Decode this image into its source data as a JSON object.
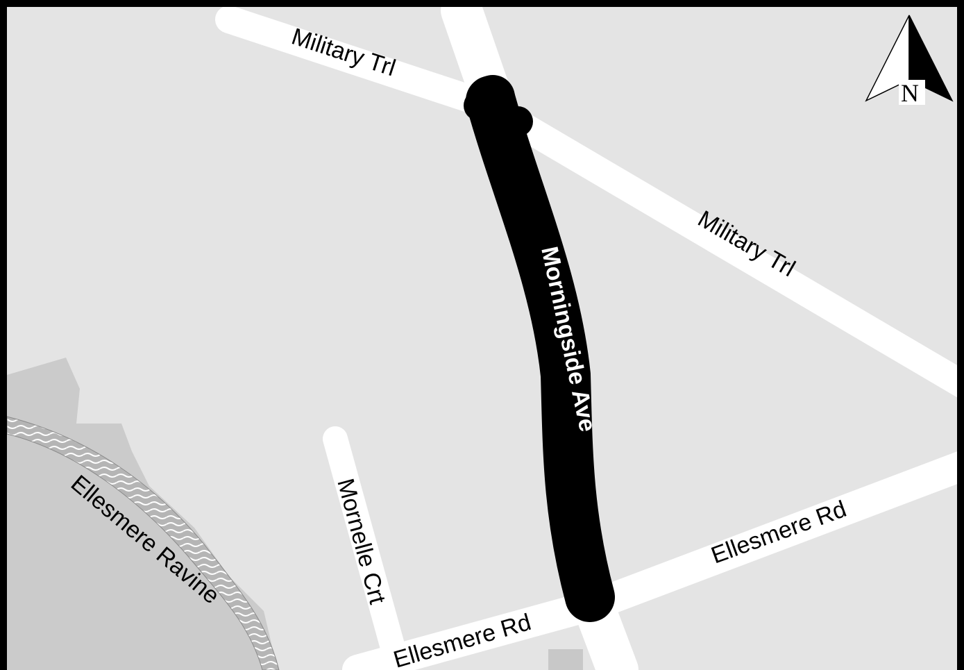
{
  "map": {
    "colors": {
      "background": "#e4e4e4",
      "park": "#cbcbcb",
      "road": "#ffffff",
      "highlight": "#000000",
      "water": "#b5b5b5",
      "frame": "#000000"
    },
    "labels": {
      "military_trl_west": "Military Trl",
      "military_trl_east": "Military Trl",
      "morningside_ave": "Morningside Ave",
      "mornelle_crt": "Mornelle Crt",
      "ellesmere_rd_east": "Ellesmere Rd",
      "ellesmere_rd_west": "Ellesmere Rd",
      "ellesmere_ravine": "Ellesmere Ravine"
    },
    "north_arrow": {
      "letter": "N",
      "icon": "north-arrow-icon"
    }
  }
}
